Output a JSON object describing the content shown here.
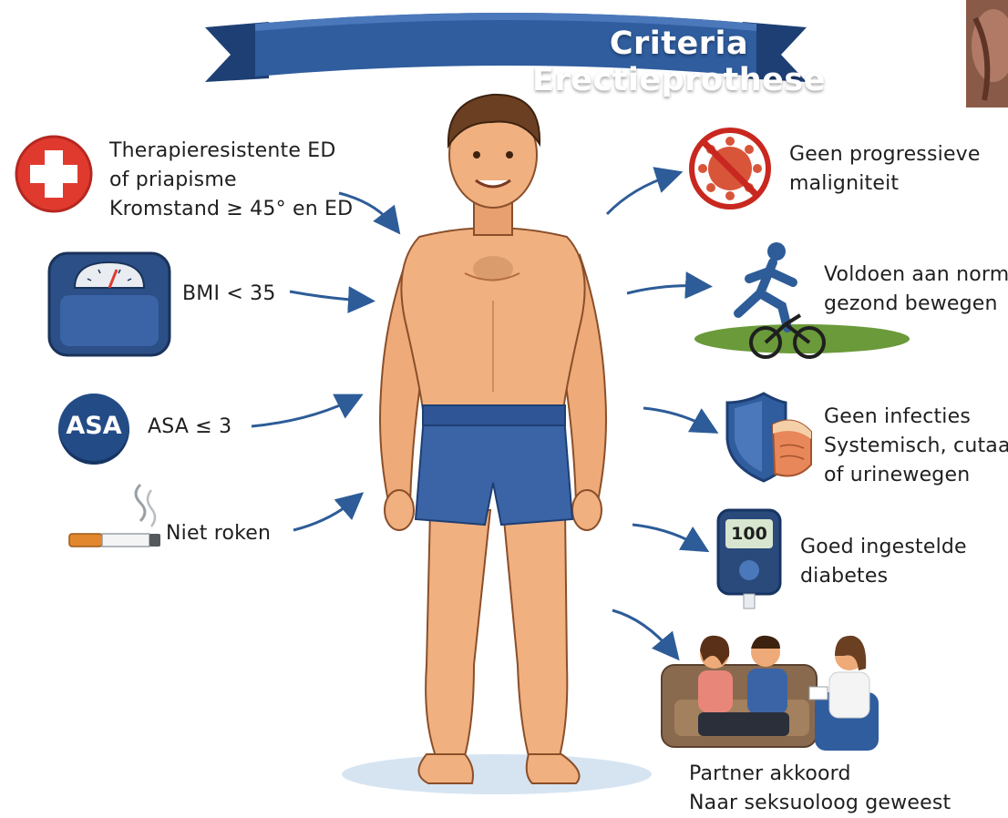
{
  "title": "Criteria Erectieprothese",
  "left_criteria": [
    {
      "icon": "medical-cross-icon",
      "lines": [
        "Therapieresistente ED",
        "of priapisme",
        "Kromstand ≥ 45° en ED"
      ]
    },
    {
      "icon": "scale-icon",
      "lines": [
        "BMI < 35"
      ]
    },
    {
      "icon": "asa-badge-icon",
      "badge_text": "ASA",
      "lines": [
        "ASA ≤ 3"
      ]
    },
    {
      "icon": "cigarette-icon",
      "lines": [
        "Niet roken"
      ]
    }
  ],
  "right_criteria": [
    {
      "icon": "no-malignancy-icon",
      "lines": [
        "Geen progressieve",
        "maligniteit"
      ]
    },
    {
      "icon": "running-cycling-icon",
      "lines": [
        "Voldoen aan norm",
        "gezond bewegen"
      ]
    },
    {
      "icon": "shield-skin-icon",
      "lines": [
        "Geen infecties",
        "Systemisch, cutaan",
        "of urinewegen"
      ]
    },
    {
      "icon": "glucose-meter-icon",
      "meter_reading": "100",
      "lines": [
        "Goed ingestelde",
        "diabetes"
      ]
    },
    {
      "icon": "couple-counseling-icon",
      "lines": [
        "Partner akkoord",
        "Naar seksuoloog geweest"
      ]
    }
  ],
  "colors": {
    "banner": "#2f5d9e",
    "banner_dark": "#1e3f73",
    "arrow": "#2d5c98",
    "skin": "#f0b080",
    "shorts": "#3a64a6",
    "red": "#e03a2f"
  }
}
